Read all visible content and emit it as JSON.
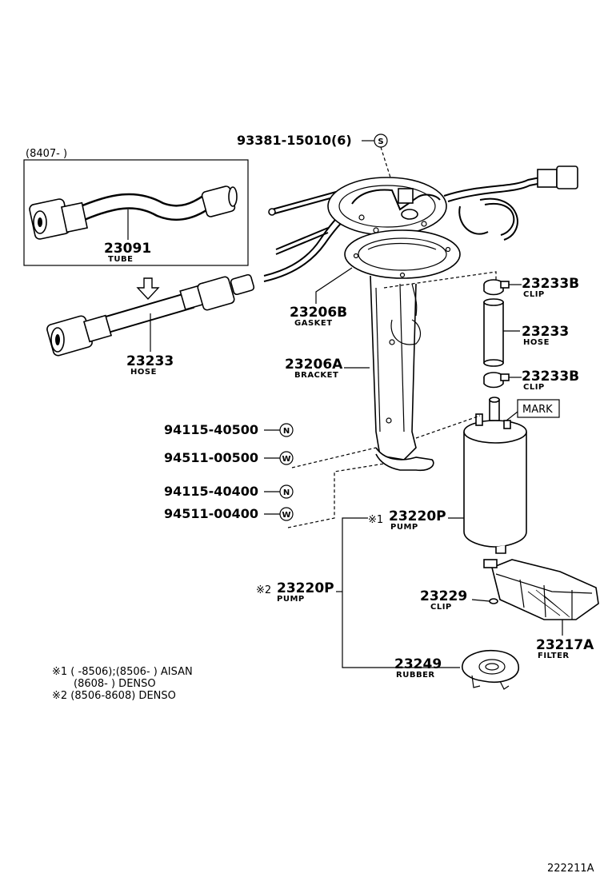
{
  "parts": {
    "p93381": {
      "number": "93381-15010(6)",
      "symbol": "S"
    },
    "p23091": {
      "number": "23091",
      "name": "TUBE"
    },
    "p23233_hose": {
      "number": "23233",
      "name": "HOSE"
    },
    "p23206B": {
      "number": "23206B",
      "name": "GASKET"
    },
    "p23206A": {
      "number": "23206A",
      "name": "BRACKET"
    },
    "p23233B_top": {
      "number": "23233B",
      "name": "CLIP"
    },
    "p23233_mid": {
      "number": "23233",
      "name": "HOSE"
    },
    "p23233B_bot": {
      "number": "23233B",
      "name": "CLIP"
    },
    "mark": {
      "label": "MARK"
    },
    "p94115_40500": {
      "number": "94115-40500",
      "symbol": "N"
    },
    "p94511_00500": {
      "number": "94511-00500",
      "symbol": "W"
    },
    "p94115_40400": {
      "number": "94115-40400",
      "symbol": "N"
    },
    "p94511_00400": {
      "number": "94511-00400",
      "symbol": "W"
    },
    "p23220P_1": {
      "prefix": "※1",
      "number": "23220P",
      "name": "PUMP"
    },
    "p23220P_2": {
      "prefix": "※2",
      "number": "23220P",
      "name": "PUMP"
    },
    "p23229": {
      "number": "23229",
      "name": "CLIP"
    },
    "p23217A": {
      "number": "23217A",
      "name": "FILTER"
    },
    "p23249": {
      "number": "23249",
      "name": "RUBBER"
    }
  },
  "inset": {
    "label": "(8407-      )"
  },
  "notes": {
    "line1": "※1 (          -8506);(8506-          ) AISAN",
    "line2": "(8608-          ) DENSO",
    "line3": "※2 (8506-8608) DENSO"
  },
  "diagram_id": "222211A"
}
